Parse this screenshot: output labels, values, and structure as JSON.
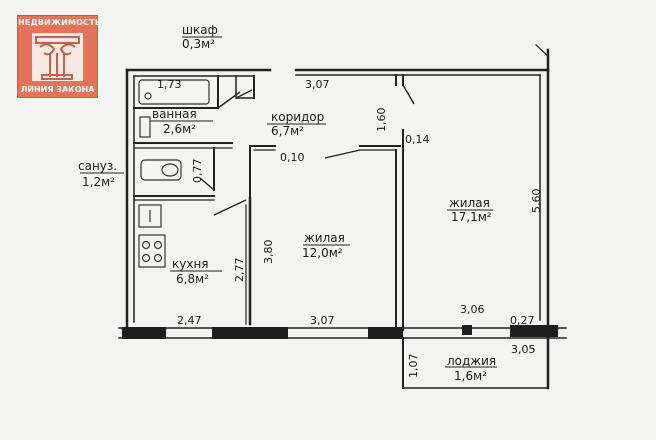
{
  "logo": {
    "top_text": "НЕДВИЖИМОСТЬ",
    "bottom_text": "ЛИНИЯ ЗАКОНА"
  },
  "rooms": {
    "wardrobe": {
      "name": "шкаф",
      "area": "0,3м²"
    },
    "bathroom": {
      "name": "ванная",
      "area": "2,6м²"
    },
    "corridor": {
      "name": "коридор",
      "area": "6,7м²"
    },
    "toilet": {
      "name": "сануз.",
      "area": "1,2м²"
    },
    "kitchen": {
      "name": "кухня",
      "area": "6,8м²"
    },
    "living1": {
      "name": "жилая",
      "area": "12,0м²"
    },
    "living2": {
      "name": "жилая",
      "area": "17,1м²"
    },
    "loggia": {
      "name": "лоджия",
      "area": "1,6м²"
    }
  },
  "dimensions": {
    "bath_width": "1,73",
    "top_corridor": "3,07",
    "corridor_depth": "1,60",
    "wall_thickness": "0,14",
    "partition": "0,10",
    "toilet_depth": "0,77",
    "living2_height": "5,60",
    "living1_height": "3,80",
    "kitchen_height": "2,77",
    "kitchen_width": "2,47",
    "living1_width": "3,07",
    "living2_width": "3,06",
    "loggia_offset": "0,27",
    "loggia_width": "3,05",
    "loggia_depth": "1,07"
  }
}
